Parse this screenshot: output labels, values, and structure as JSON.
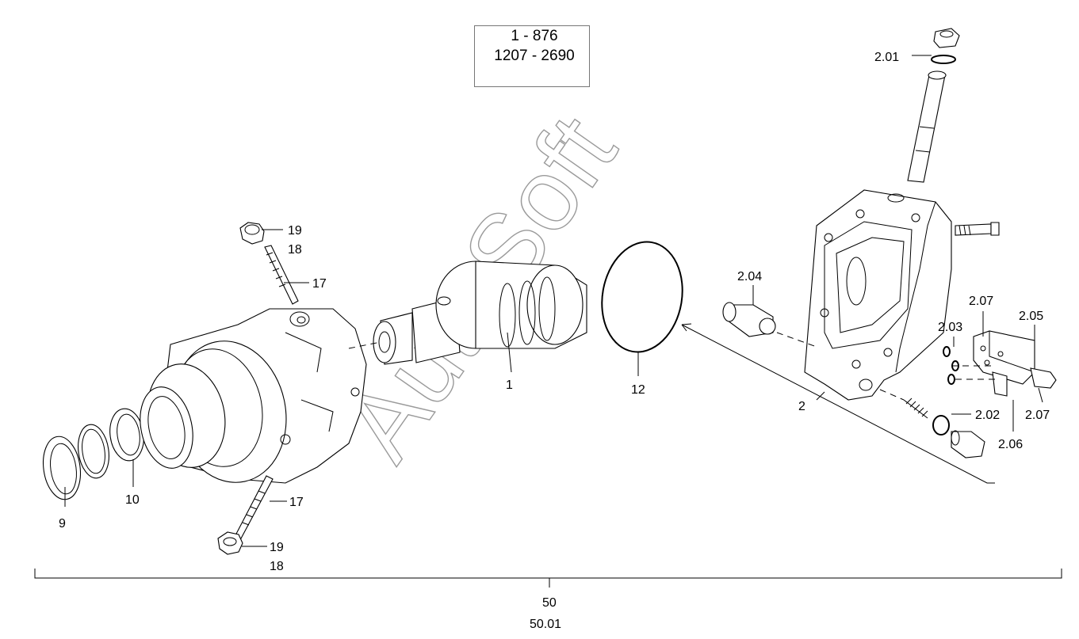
{
  "range_box": {
    "line1": "1 - 876",
    "line2": "1207 - 2690"
  },
  "watermark": "AutoSoft",
  "labels": {
    "p19_top": "19",
    "p18_top": "18",
    "p17_top": "17",
    "p17_bot": "17",
    "p19_bot": "19",
    "p18_bot": "18",
    "p9": "9",
    "p10": "10",
    "p1": "1",
    "p12": "12",
    "p2": "2",
    "p2_01": "2.01",
    "p2_04": "2.04",
    "p2_03": "2.03",
    "p2_07_top": "2.07",
    "p2_05": "2.05",
    "p2_02": "2.02",
    "p2_07_bot": "2.07",
    "p2_06": "2.06",
    "p50": "50",
    "p50_01": "50.01"
  }
}
